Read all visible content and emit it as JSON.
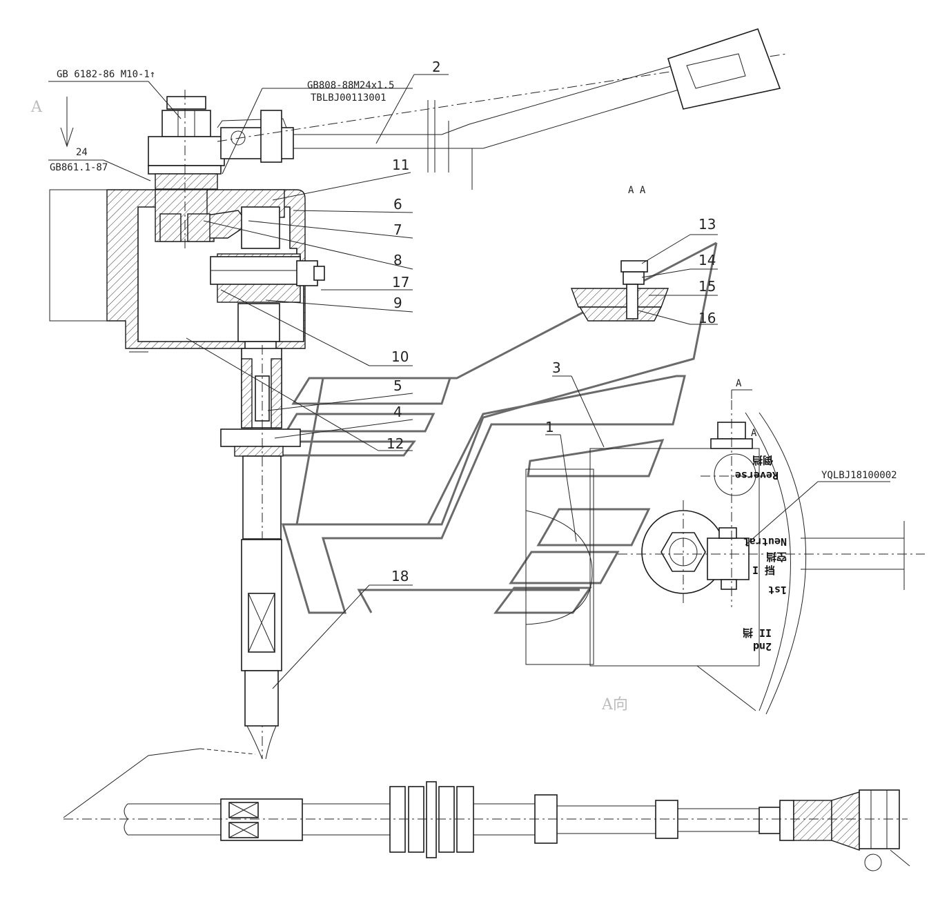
{
  "callouts": {
    "gb6182": "GB 6182-86 M10-1↑",
    "gb808": "GB808-88M24x1.5",
    "tblbj": "TBLBJ00113001",
    "n24": "24",
    "gb861": "GB861.1-87",
    "n2": "2",
    "n11": "11",
    "n6": "6",
    "n7": "7",
    "n8": "8",
    "n17": "17",
    "n9": "9",
    "n10": "10",
    "n5": "5",
    "n4": "4",
    "n12": "12",
    "n18": "18",
    "n3": "3",
    "n1": "1",
    "n13": "13",
    "n14": "14",
    "n15": "15",
    "n16": "16",
    "ylbj": "YQLBJ18100002"
  },
  "view_labels": {
    "a_top": "A",
    "section_aa": "A  A",
    "a_section_mark": "A",
    "a_small": "A",
    "a_view": "A向"
  },
  "gear_plate": {
    "reverse_cn": "倒挡",
    "reverse_en": "Reverse",
    "neutral_cn": "空挡",
    "neutral_en": "Neutral",
    "first_cn": "I 挡",
    "first_en": "1st",
    "second_cn": "II 挡",
    "second_en": "2nd"
  },
  "icons": {
    "view_arrow": "down-arrow-icon",
    "watermark": "logo-watermark"
  }
}
